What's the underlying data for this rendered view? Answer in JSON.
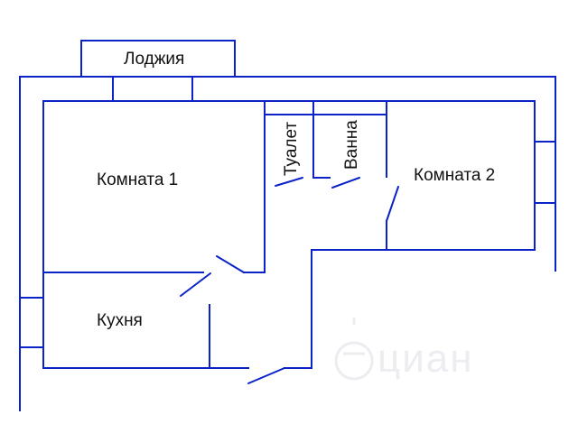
{
  "rooms": {
    "loggia": "Лоджия",
    "room1": "Комната 1",
    "room2": "Комната 2",
    "toilet": "Туалет",
    "bath": "Ванна",
    "kitchen": "Кухня"
  },
  "watermark": "циан",
  "colors": {
    "wall": "#0a22c8",
    "text": "#111111",
    "background": "#ffffff"
  }
}
